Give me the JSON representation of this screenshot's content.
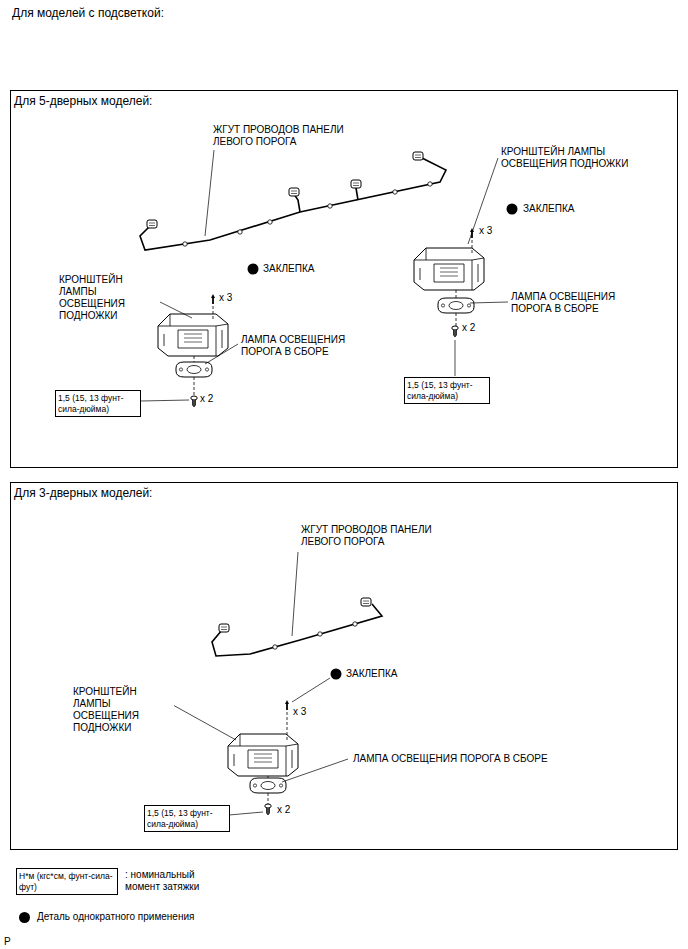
{
  "diagram": {
    "title": "Для моделей с подсветкой:",
    "nodes": [
      {
        "text": [
          "Для 5-дверных моделей:"
        ]
      },
      {
        "text": [
          "1,5 (15, 13 фунт-сила-дюйма)"
        ],
        "in": 0
      },
      {
        "text": [
          "1,5 (15, 13 фунт-сила-дюйма)"
        ],
        "in": 0
      },
      {
        "text": [
          "Для 3-дверных моделей:"
        ]
      },
      {
        "text": [
          "1,5 (15, 13 фунт-сила-дюйма)"
        ],
        "in": 3
      },
      {
        "text": [
          "Н*м (кгс*см, фунт-сила-фут)"
        ]
      }
    ],
    "labels": [
      "ЖГУТ ПРОВОДОВ ПАНЕЛИ ЛЕВОГО ПОРОГА",
      "КРОНШТЕЙН ЛАМПЫ ОСВЕЩЕНИЯ ПОДНОЖКИ",
      "ЗАКЛЕПКА",
      "x 3",
      "КРОНШТЕЙН ЛАМПЫ ОСВЕЩЕНИЯ ПОДНОЖКИ",
      "ЗАКЛЕПКА",
      "x 3",
      "ЛАМПА ОСВЕЩЕНИЯ ПОРОГА В СБОРЕ",
      "x 2",
      "ЛАМПА ОСВЕЩЕНИЯ ПОРОГА В СБОРЕ",
      "x 2",
      "ЖГУТ ПРОВОДОВ ПАНЕЛИ ЛЕВОГО ПОРОГА",
      "ЗАКЛЕПКА",
      "КРОНШТЕЙН ЛАМПЫ ОСВЕЩЕНИЯ ПОДНОЖКИ",
      "x 3",
      "ЛАМПА ОСВЕЩЕНИЯ ПОРОГА В СБОРЕ",
      "x 2",
      "P"
    ],
    "legend": [
      {
        "text": ": номинальный момент затяжки"
      },
      {
        "text": "Деталь однократного применения",
        "color": "#000000"
      }
    ]
  }
}
